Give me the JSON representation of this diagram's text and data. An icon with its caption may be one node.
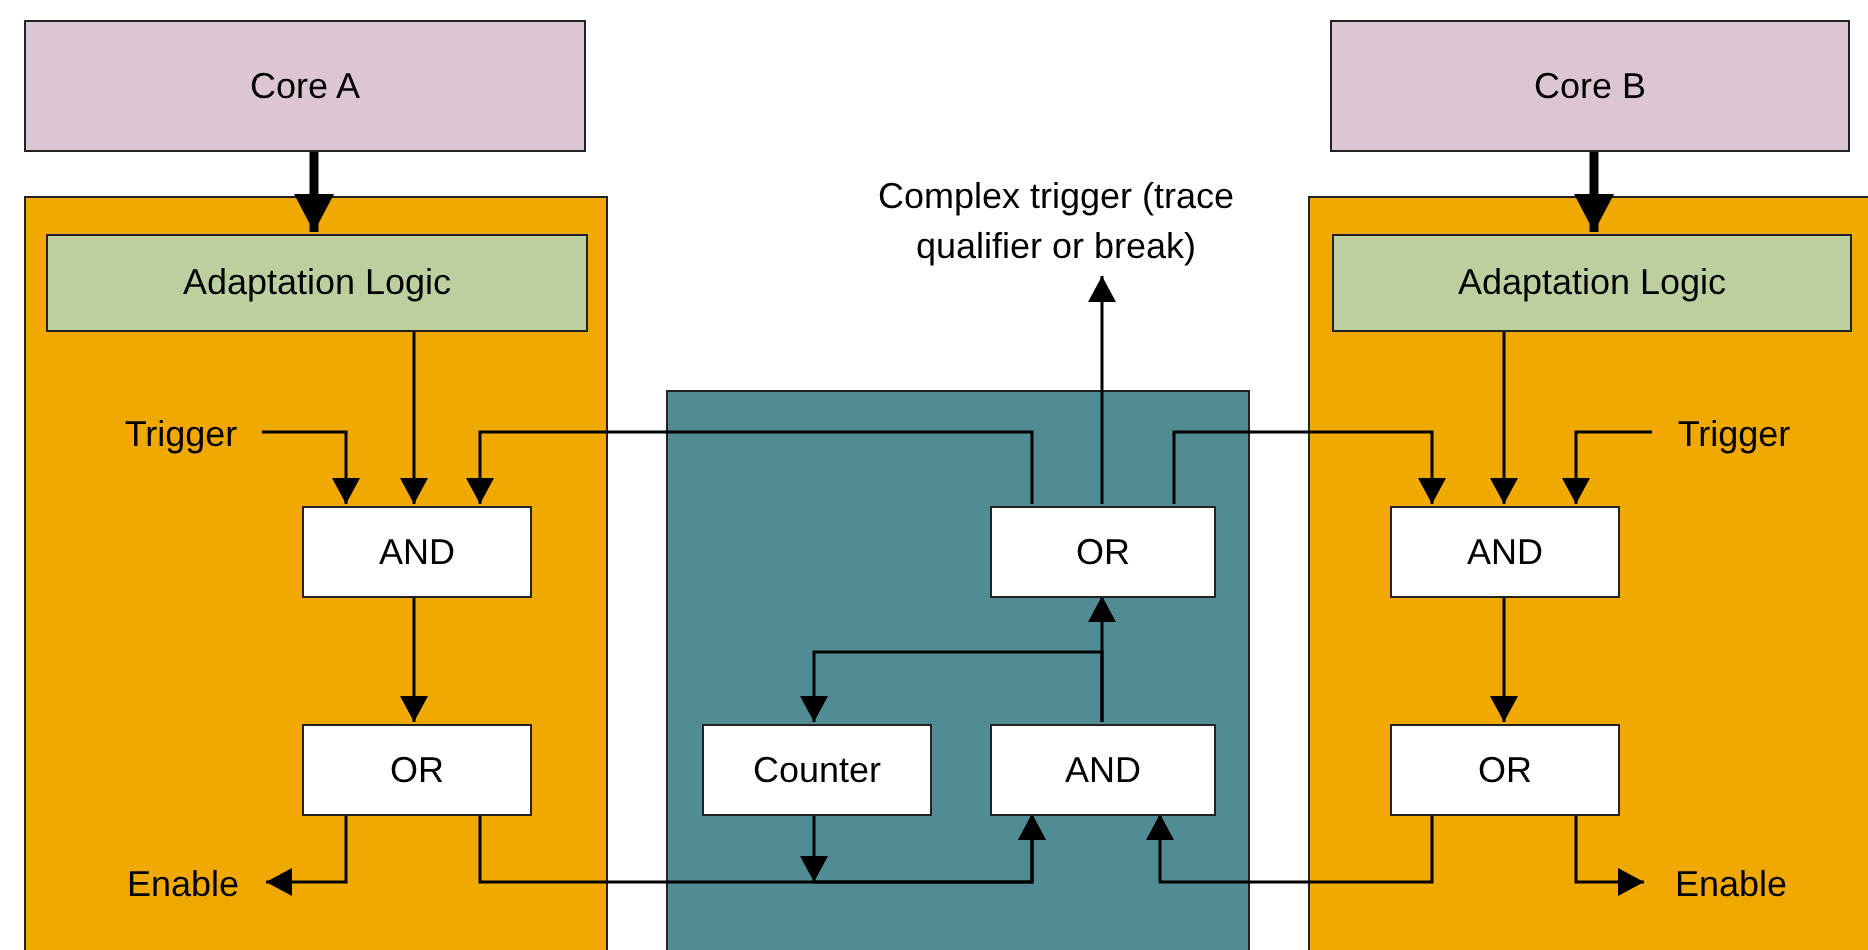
{
  "diagram": {
    "nodes": [
      {
        "text": [
          "Core A"
        ]
      },
      {
        "text": [],
        "shape": "box"
      },
      {
        "text": [
          "Adaptation Logic"
        ],
        "in": 1
      },
      {
        "text": [
          "Trigger"
        ],
        "in": 1
      },
      {
        "text": [
          "AND"
        ],
        "in": 1
      },
      {
        "text": [
          "OR"
        ],
        "in": 1
      },
      {
        "text": [
          "Enable"
        ],
        "in": 1
      },
      {
        "text": [
          "Complex trigger (trace qualifier or break)"
        ]
      },
      {
        "text": [],
        "shape": "box"
      },
      {
        "text": [
          "OR"
        ],
        "in": 8
      },
      {
        "text": [
          "Counter"
        ],
        "in": 8
      },
      {
        "text": [
          "AND"
        ],
        "in": 8
      },
      {
        "text": [
          "Core B"
        ]
      },
      {
        "text": [],
        "shape": "box"
      },
      {
        "text": [
          "Adaptation Logic"
        ],
        "in": 13
      },
      {
        "text": [
          "Trigger"
        ],
        "in": 13
      },
      {
        "text": [
          "AND"
        ],
        "in": 13
      },
      {
        "text": [
          "OR"
        ],
        "in": 13
      },
      {
        "text": [
          "Enable"
        ],
        "in": 13
      }
    ],
    "edges": [
      {
        "from": 0,
        "to": 2,
        "arrow": "to",
        "style": "thick"
      },
      {
        "from": 2,
        "to": 4,
        "arrow": "to"
      },
      {
        "from": 3,
        "to": 4,
        "arrow": "to"
      },
      {
        "from": 9,
        "to": 4,
        "arrow": "to"
      },
      {
        "from": 4,
        "to": 5,
        "arrow": "to"
      },
      {
        "from": 5,
        "to": 6,
        "arrow": "to"
      },
      {
        "from": 5,
        "to": 11,
        "arrow": "to"
      },
      {
        "from": 10,
        "to": 11,
        "arrow": "to"
      },
      {
        "from": 11,
        "to": 9,
        "arrow": "to"
      },
      {
        "from": 11,
        "to": 10,
        "arrow": "to"
      },
      {
        "from": 9,
        "to": 7,
        "arrow": "to"
      },
      {
        "from": 9,
        "to": 16,
        "arrow": "to"
      },
      {
        "from": 17,
        "to": 11,
        "arrow": "to"
      },
      {
        "from": 12,
        "to": 14,
        "arrow": "to",
        "style": "thick"
      },
      {
        "from": 14,
        "to": 16,
        "arrow": "to"
      },
      {
        "from": 15,
        "to": 16,
        "arrow": "to"
      },
      {
        "from": 16,
        "to": 17,
        "arrow": "to"
      },
      {
        "from": 17,
        "to": 18,
        "arrow": "to"
      }
    ]
  }
}
